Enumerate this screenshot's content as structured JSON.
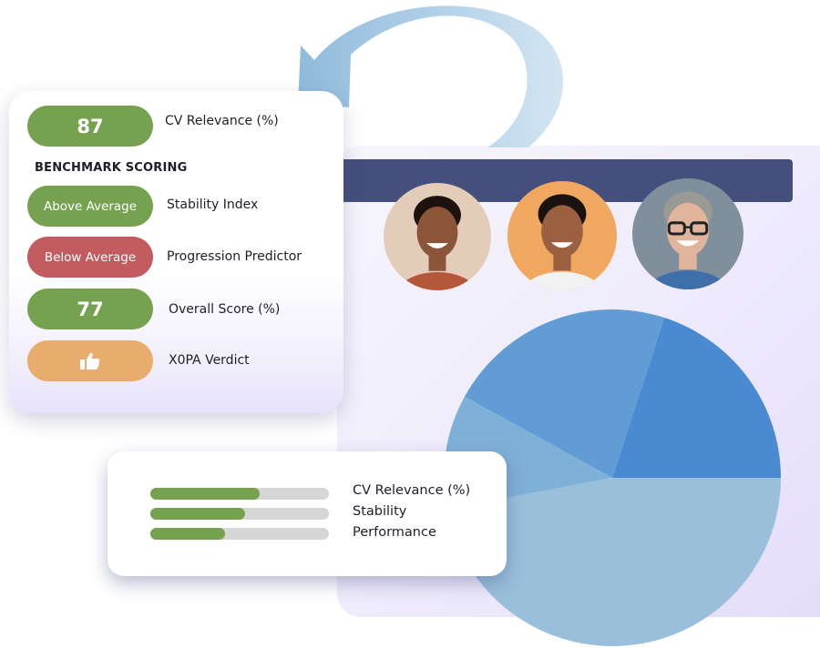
{
  "scorecard": {
    "cv_relevance": {
      "value": "87",
      "label": "CV Relevance (%)"
    },
    "section_heading": "BENCHMARK SCORING",
    "stability_index": {
      "value": "Above Average",
      "label": "Stability Index"
    },
    "progression_predictor": {
      "value": "Below Average",
      "label": "Progression Predictor"
    },
    "overall_score": {
      "value": "77",
      "label": "Overall Score (%)"
    },
    "verdict": {
      "icon": "thumbs-up-icon",
      "label": "X0PA Verdict"
    }
  },
  "metrics": [
    {
      "label": "CV Relevance (%)",
      "progress": 0.61
    },
    {
      "label": "Stability",
      "progress": 0.53
    },
    {
      "label": "Performance",
      "progress": 0.42
    }
  ],
  "candidates": [
    {
      "name": "candidate-1",
      "bg": "#e3cdb9",
      "skin": "#8a5538",
      "hair": "#1d120d",
      "shirt": "#b5573a"
    },
    {
      "name": "candidate-2",
      "bg": "#f0a860",
      "skin": "#9a6040",
      "hair": "#1a120e",
      "shirt": "#f2f2f2"
    },
    {
      "name": "candidate-3",
      "bg": "#7f8f9c",
      "skin": "#e0b59c",
      "hair": "#9a9a95",
      "shirt": "#3e6fa8"
    }
  ],
  "chart_data": {
    "type": "pie",
    "values": [
      20,
      22,
      11,
      47
    ],
    "colors": [
      "#4a8ad0",
      "#619dd4",
      "#7fb0d8",
      "#99bfda"
    ]
  },
  "colors": {
    "green": "#76a250",
    "red": "#c25c60",
    "orange": "#e8ad6c",
    "navy": "#444f7b",
    "arrow": "#a9cbe4"
  }
}
